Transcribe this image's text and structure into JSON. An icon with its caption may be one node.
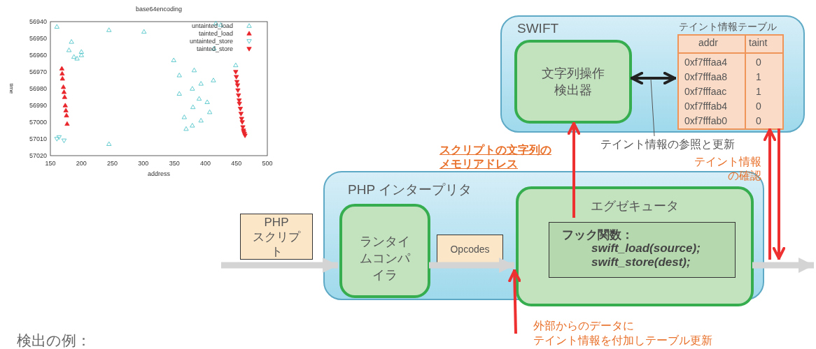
{
  "diagram": {
    "nodes": [
      {
        "text": [
          "SWIFT"
        ]
      },
      {
        "text": [
          "文字列操作検出器"
        ],
        "in": 0
      },
      {
        "text": [
          "テイント情報テーブル",
          "addr",
          "taint",
          "0xf7fffaa4",
          "0",
          "0xf7fffaa8",
          "1",
          "0xf7fffaac",
          "1",
          "0xf7fffab4",
          "0",
          "0xf7fffab0",
          "0"
        ],
        "in": 0
      },
      {
        "text": [
          "PHP インタープリタ"
        ]
      },
      {
        "text": [
          "ランタイムコンパイラ"
        ],
        "in": 3
      },
      {
        "text": [
          "エグゼキュータ"
        ],
        "in": 3
      },
      {
        "text": [
          "フック関数：",
          "swift_load(source); swift_store(dest);"
        ],
        "in": 5
      },
      {
        "text": [
          "PHPスクリプト"
        ]
      },
      {
        "text": [
          "Opcodes"
        ],
        "in": 3
      },
      {
        "text": [
          "テイント情報の参照と更新"
        ]
      }
    ],
    "edges": [
      {
        "from": null,
        "to": 4,
        "arrow": "to",
        "style": "thick",
        "color": "#d4d4d4"
      },
      {
        "from": 4,
        "to": 5,
        "arrow": "to",
        "style": "thick",
        "color": "#d4d4d4"
      },
      {
        "from": 5,
        "to": null,
        "arrow": "to",
        "style": "thick",
        "color": "#d4d4d4"
      },
      {
        "from": 1,
        "to": 2,
        "arrow": "both",
        "color": "#222222"
      },
      {
        "from": 6,
        "to": 1,
        "arrow": "to",
        "label": "スクリプトの文字列のメモリアドレス"
      },
      {
        "from": null,
        "to": 5,
        "arrow": "to",
        "label": "外部からのデータにテイント情報を付加しテーブル更新"
      },
      {
        "from": 3,
        "to": 2,
        "arrow": "to",
        "label": "テイント情報の確認"
      },
      {
        "from": 2,
        "to": 3,
        "arrow": "to"
      },
      {
        "from": 9,
        "to": null,
        "arrow": "none",
        "color": "#555555"
      }
    ],
    "labels": [
      "検出の例："
    ],
    "chart_data": {
      "type": "scatter",
      "title": "base64encoding",
      "xlabel": "address",
      "ylabel": "time",
      "legend": "top-right",
      "xlim": [
        150,
        500
      ],
      "ylim": [
        57020,
        56940
      ],
      "xticks": [
        150,
        200,
        250,
        300,
        350,
        400,
        450,
        500
      ],
      "yticks": [
        56940,
        56950,
        56960,
        56970,
        56980,
        56990,
        57000,
        57010,
        57020
      ],
      "series": [
        {
          "name": "untainted_load",
          "color": "#3fbfc4",
          "x": [
            160.5,
            244.5,
            301,
            184,
            180,
            200,
            188,
            193,
            200,
            349,
            417,
            425,
            414,
            449,
            358,
            382,
            393,
            413,
            379,
            358,
            390,
            403,
            380,
            407,
            366,
            393,
            379,
            369,
            244.5
          ],
          "values": [
            56943,
            56945,
            56946,
            56952,
            56957,
            56958,
            56961,
            56962,
            56960,
            56963,
            56941,
            56942,
            56956,
            56966,
            56972,
            56969,
            56977,
            56975,
            56980,
            56983,
            56986,
            56988,
            56991,
            56994,
            56997,
            56999,
            57002,
            57004,
            57013
          ]
        },
        {
          "name": "tainted_load",
          "color": "#e8262b",
          "x": [
            168.5,
            169,
            169.5,
            171,
            172,
            173,
            174,
            175,
            176,
            177
          ],
          "values": [
            56968,
            56971,
            56974,
            56979,
            56982,
            56985,
            56990,
            56993,
            56996,
            57001
          ]
        },
        {
          "name": "untainted_store",
          "color": "#3fbfc4",
          "x": [
            160.5,
            164,
            172
          ],
          "values": [
            57010,
            57009,
            57011
          ]
        },
        {
          "name": "tainted_store",
          "color": "#e8262b",
          "x": [
            449,
            450,
            451,
            452,
            452.5,
            453.5,
            454.5,
            455,
            456.5,
            457.5,
            458.5,
            459.5,
            460.5,
            461.5,
            462,
            463,
            464
          ],
          "values": [
            56970,
            56973,
            56976,
            56978,
            56981,
            56984,
            56987,
            56989,
            56992,
            56995,
            56998,
            57000,
            57003,
            57005,
            57006,
            57007,
            57008
          ]
        }
      ]
    }
  }
}
